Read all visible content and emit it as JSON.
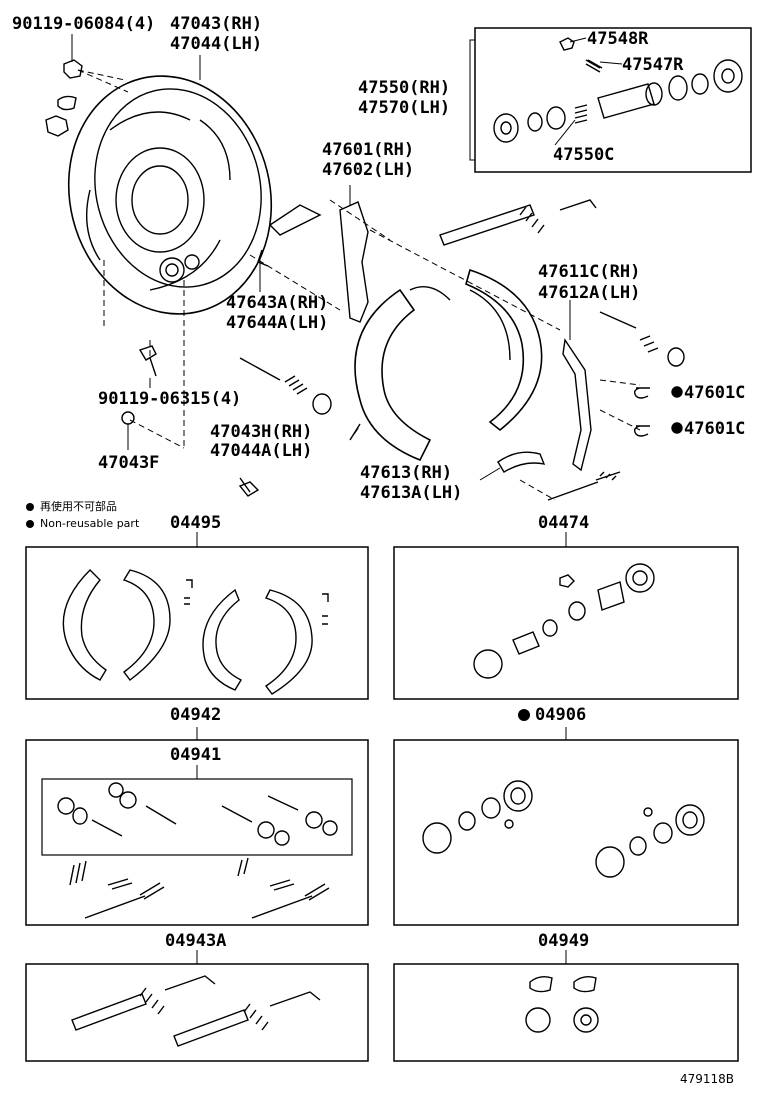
{
  "labels": {
    "bolt_top": "90119-06084(4)",
    "plate_rh": "47043(RH)",
    "plate_lh": "47044(LH)",
    "cyl_rh": "47550(RH)",
    "cyl_lh": "47570(LH)",
    "bleeder": "47548R",
    "cap": "47547R",
    "cyl_kit": "47550C",
    "lever_rh": "47601(RH)",
    "lever_lh": "47602(LH)",
    "link_rh": "47643A(RH)",
    "link_lh": "47644A(LH)",
    "shoe_rh": "47611C(RH)",
    "shoe_lh": "47612A(LH)",
    "clip1": "47601C",
    "clip2": "47601C",
    "bolt_mid": "90119-06315(4)",
    "plug": "47043F",
    "hole_rh": "47043H(RH)",
    "hole_lh": "47044A(LH)",
    "adj_rh": "47613(RH)",
    "adj_lh": "47613A(LH)",
    "note_cn": "再使用不可部品",
    "note_en": "Non-reusable part",
    "kit_04495": "04495",
    "kit_04474": "04474",
    "kit_04942": "04942",
    "kit_04906": "04906",
    "kit_04941": "04941",
    "kit_04943A": "04943A",
    "kit_04949": "04949",
    "diagram_id": "479118B"
  }
}
